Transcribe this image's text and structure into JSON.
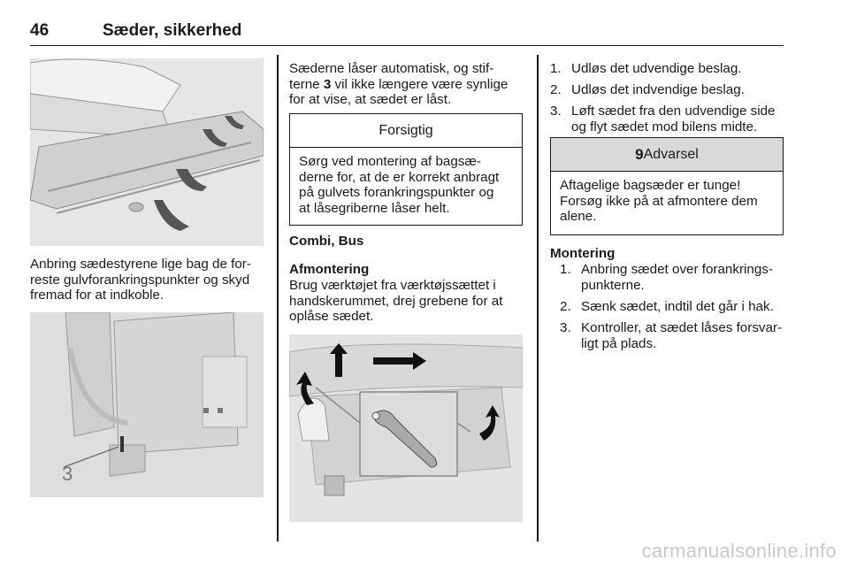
{
  "header": {
    "page_number": "46",
    "title": "Sæder, sikkerhed"
  },
  "col1": {
    "paragraph": [
      "Anbring sædestyrene lige bag de for-",
      "reste gulvforankringspunkter og skyd",
      "fremad for at indkoble."
    ],
    "figure2_callout": "3"
  },
  "col2": {
    "intro_before": "Sæderne låser automatisk, og stif-",
    "intro_line2_a": "terne ",
    "intro_line2_bold": "3",
    "intro_line2_b": " vil ikke længere være synlige",
    "intro_line3": "for at vise, at sædet er låst.",
    "caution": {
      "heading": "Forsigtig",
      "body": [
        "Sørg ved montering af bagsæ-",
        "derne for, at de er korrekt anbragt",
        "på gulvets forankringspunkter og",
        "at låsegriberne låser helt."
      ]
    },
    "section_heading": "Combi, Bus",
    "subheading": "Afmontering",
    "body": [
      "Brug værktøjet fra værktøjssættet i",
      "handskerummet, drej grebene for at",
      "oplåse sædet."
    ]
  },
  "col3": {
    "steps": [
      {
        "num": "1.",
        "lines": [
          "Udløs det udvendige beslag."
        ]
      },
      {
        "num": "2.",
        "lines": [
          "Udløs det indvendige beslag."
        ]
      },
      {
        "num": "3.",
        "lines": [
          "Løft sædet fra den udvendige side",
          "og flyt sædet mod bilens midte."
        ]
      }
    ],
    "warning": {
      "symbol": "9",
      "heading": "Advarsel",
      "body": [
        "Aftagelige bagsæder er tunge!",
        "Forsøg ikke på at afmontere dem",
        "alene."
      ]
    },
    "montering_heading": "Montering",
    "montering_steps": [
      {
        "num": "1.",
        "lines": [
          "Anbring sædet over forankrings-",
          "punkterne."
        ]
      },
      {
        "num": "2.",
        "lines": [
          "Sænk sædet, indtil det går i hak."
        ]
      },
      {
        "num": "3.",
        "lines": [
          "Kontroller, at sædet låses forsvar-",
          "ligt på plads."
        ]
      }
    ]
  },
  "watermark": "carmanualsonline.info"
}
